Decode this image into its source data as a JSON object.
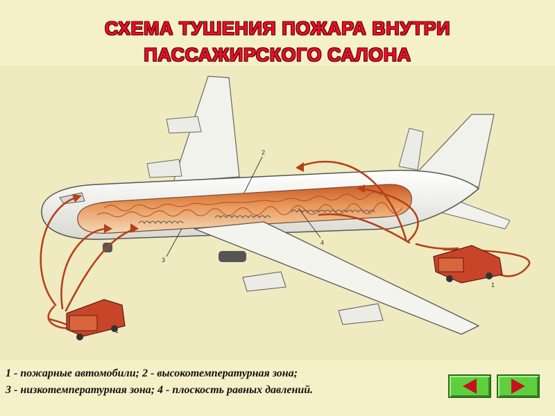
{
  "title": {
    "line1": "СХЕМА  ТУШЕНИЯ  ПОЖАРА  ВНУТРИ",
    "line2": "ПАССАЖИРСКОГО САЛОНА"
  },
  "callouts": {
    "truck_left": "1",
    "truck_right": "1",
    "high_temp_zone": "2",
    "low_temp_zone": "3",
    "equal_pressure_plane": "4"
  },
  "legend": {
    "line1": "1 - пожарные автомобили; 2 - высокотемпературная зона;",
    "line2": "3 - низкотемпературная зона; 4 - плоскость равных давлений."
  },
  "nav": {
    "prev_icon": "arrow-left-icon",
    "next_icon": "arrow-right-icon"
  },
  "colors": {
    "title": "#e8102a",
    "fire": "#d8753a",
    "hose": "#b5401a",
    "truck": "#c8452a",
    "nav_button": "#5fcf3f",
    "nav_arrow": "#c4121e"
  }
}
